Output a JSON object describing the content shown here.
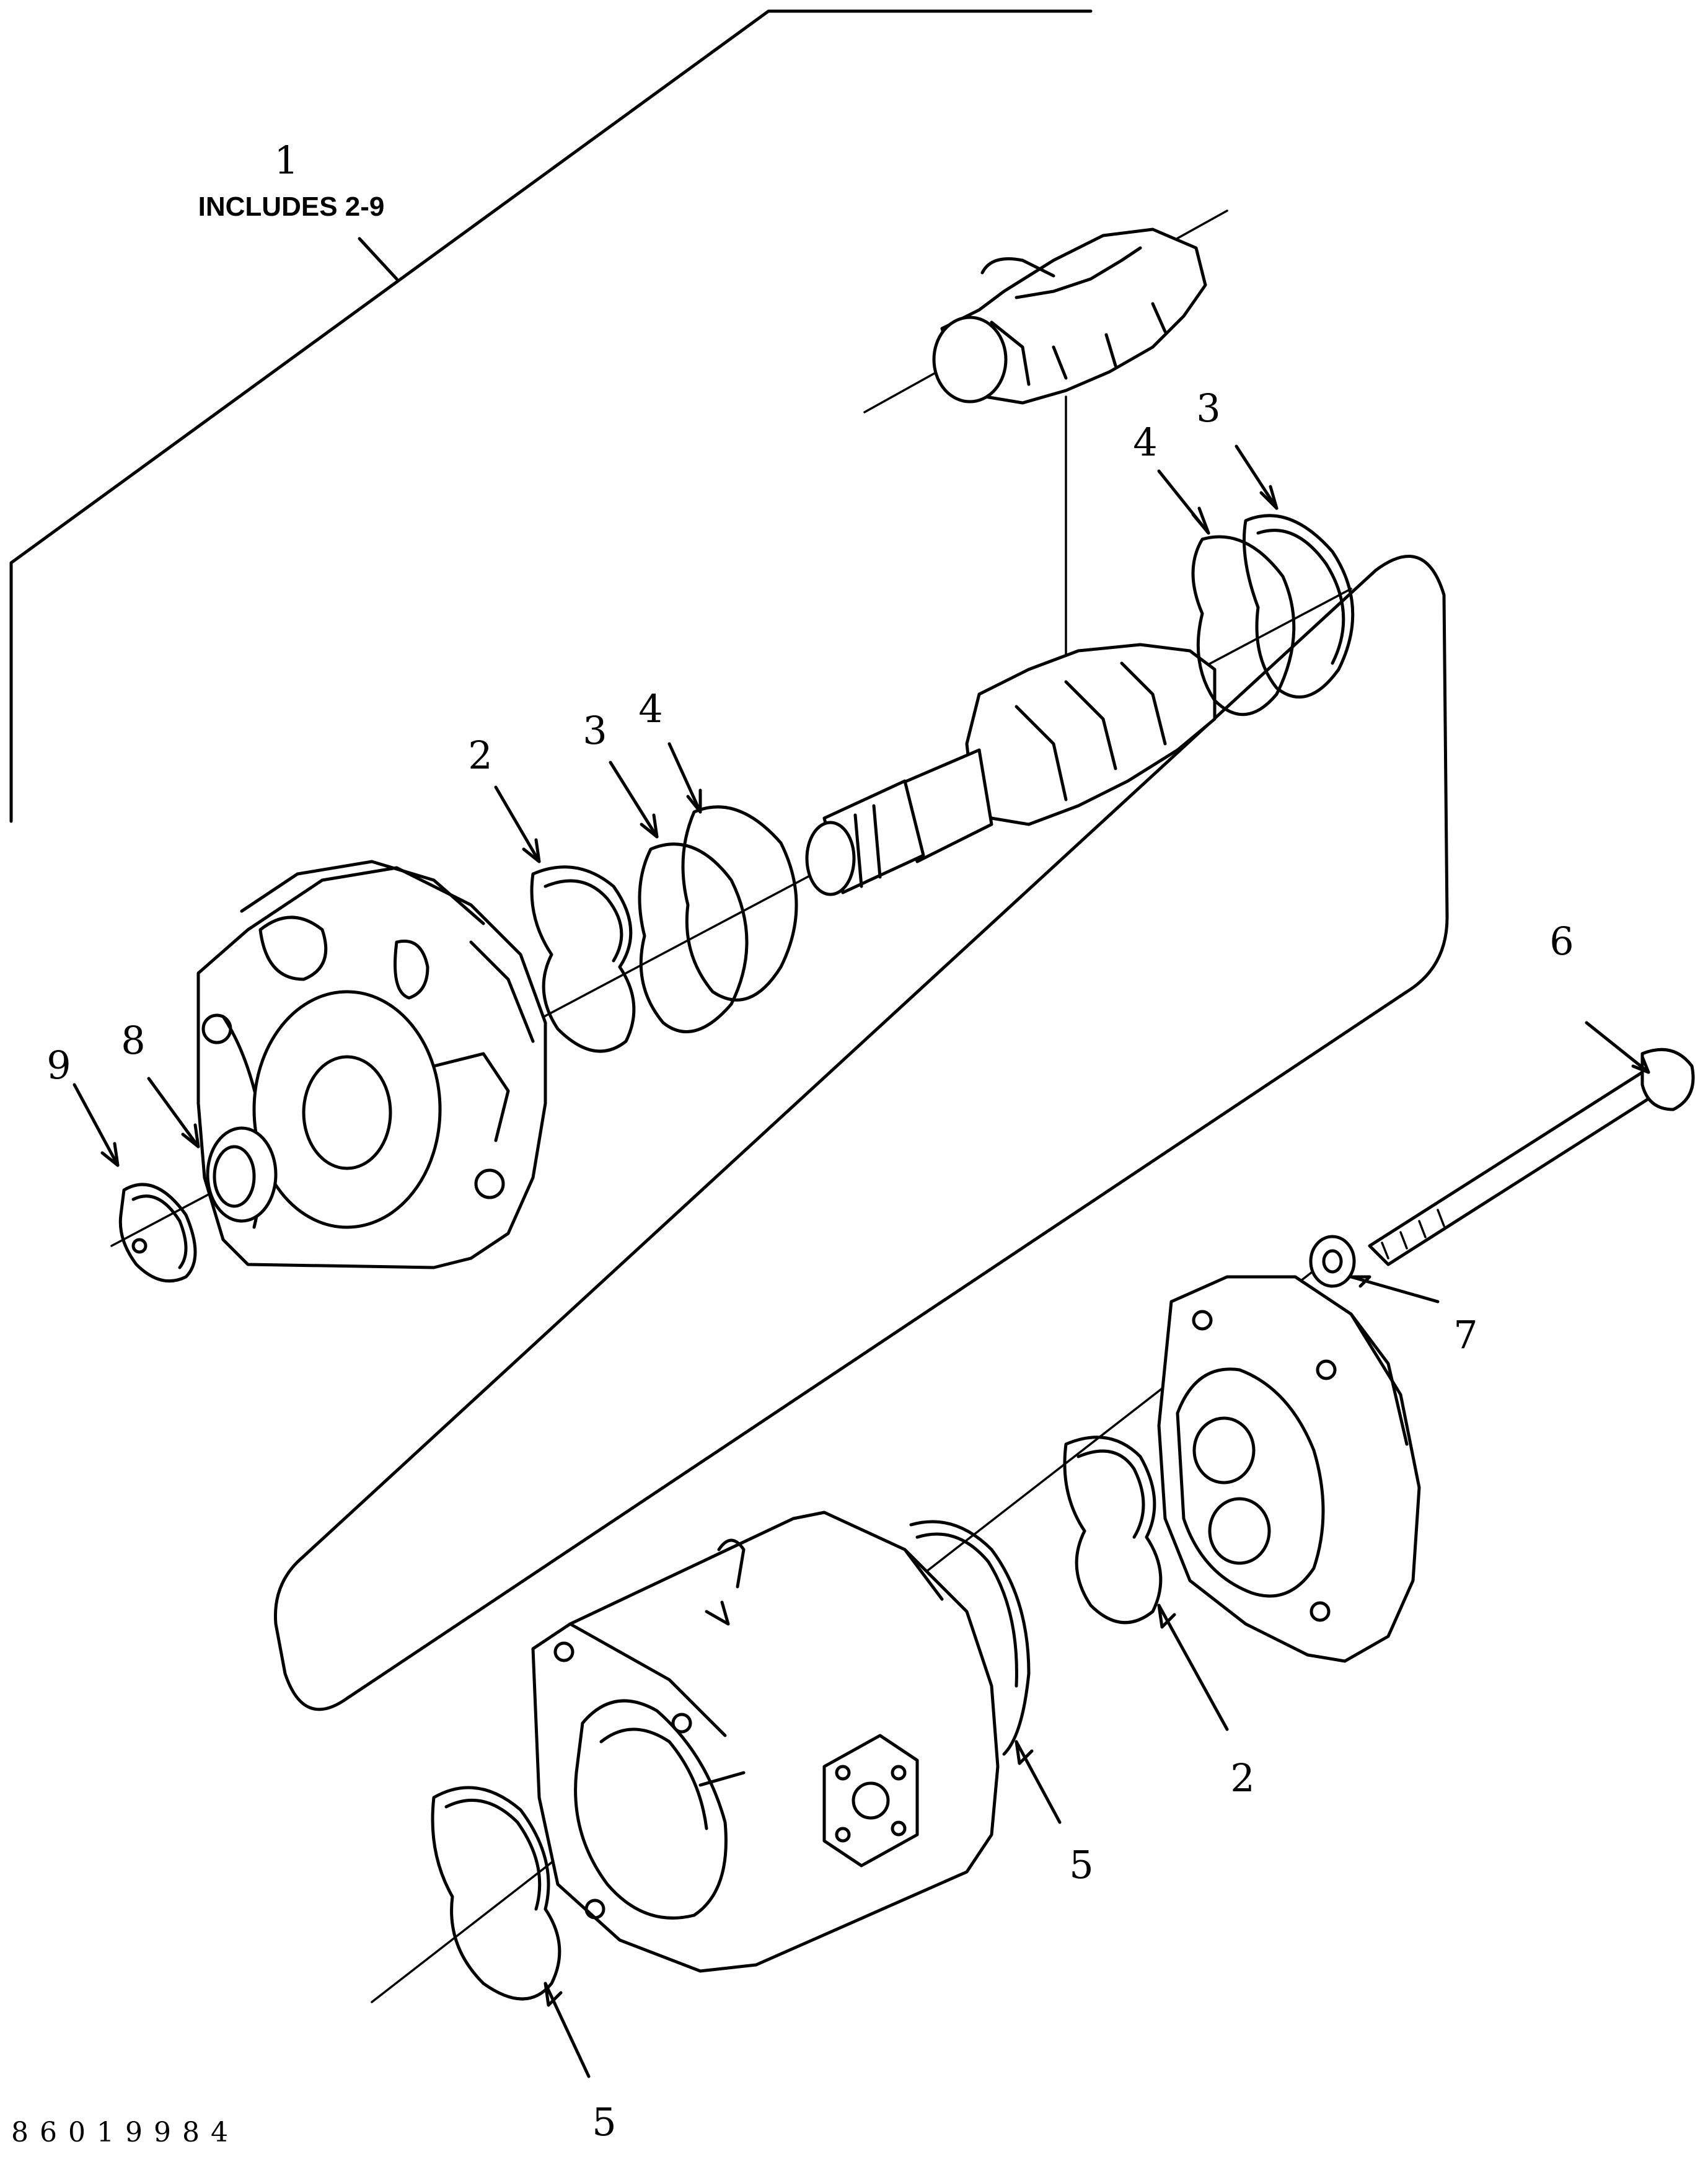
{
  "assembly": {
    "number": "1",
    "note": "INCLUDES 2-9"
  },
  "callouts": [
    {
      "id": "c4a",
      "label": "4"
    },
    {
      "id": "c3a",
      "label": "3"
    },
    {
      "id": "c2a",
      "label": "2"
    },
    {
      "id": "c3b",
      "label": "3"
    },
    {
      "id": "c4b",
      "label": "4"
    },
    {
      "id": "c9",
      "label": "9"
    },
    {
      "id": "c8",
      "label": "8"
    },
    {
      "id": "c6",
      "label": "6"
    },
    {
      "id": "c7",
      "label": "7"
    },
    {
      "id": "c2b",
      "label": "2"
    },
    {
      "id": "c5a",
      "label": "5"
    },
    {
      "id": "c5b",
      "label": "5"
    }
  ],
  "figure_code": "86019984"
}
